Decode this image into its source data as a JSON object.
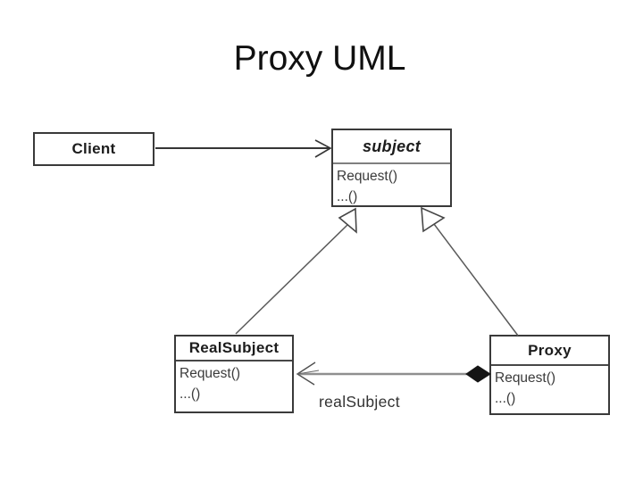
{
  "title": "Proxy UML",
  "diagram": {
    "classes": {
      "client": {
        "name": "Client"
      },
      "subject": {
        "name": "subject",
        "methods": [
          "Request()",
          "...()"
        ]
      },
      "realSubject": {
        "name": "RealSubject",
        "methods": [
          "Request()",
          "...()"
        ]
      },
      "proxy": {
        "name": "Proxy",
        "methods": [
          "Request()",
          "...()"
        ]
      }
    },
    "relations": {
      "association_label": "realSubject"
    },
    "colors": {
      "box_border": "#3a3a3a",
      "line_dark": "#353535",
      "line_gray": "#8f8f8f",
      "diamond_fill": "#151515",
      "text": "#1c1c1c"
    }
  }
}
